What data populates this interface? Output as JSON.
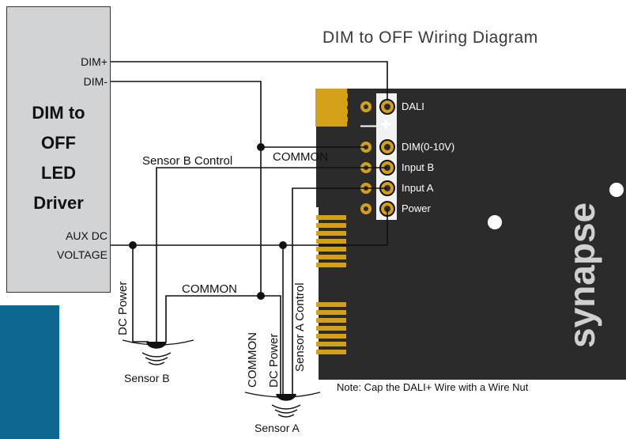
{
  "title": "DIM to OFF Wiring Diagram",
  "driver": {
    "terminal_dim_plus": "DIM+",
    "terminal_dim_minus": "DIM-",
    "name_line1": "DIM to",
    "name_line2": "OFF",
    "name_line3": "LED",
    "name_line4": "Driver",
    "aux_line1": "AUX DC",
    "aux_line2": "VOLTAGE"
  },
  "board": {
    "pins": [
      "DALI",
      "DIM(0-10V)",
      "Input B",
      "Input A",
      "Power"
    ],
    "minus_symbol": "—",
    "plus_symbol": "+",
    "brand": "synapse"
  },
  "wires": {
    "sensor_b_control": "Sensor B Control",
    "common_top": "COMMON",
    "common_mid": "COMMON",
    "dc_power_b": "DC Power",
    "common_vertical": "COMMON",
    "dc_power_a": "DC Power",
    "sensor_a_control": "Sensor A Control"
  },
  "sensors": {
    "sensor_a": "Sensor A",
    "sensor_b": "Sensor B"
  },
  "note": "Note: Cap the DALI+ Wire with a Wire Nut",
  "colors": {
    "board": "#2b2b2b",
    "gold": "#d4a017",
    "driver_box": "#d2d3d5",
    "panel_blue": "#0e6790"
  }
}
